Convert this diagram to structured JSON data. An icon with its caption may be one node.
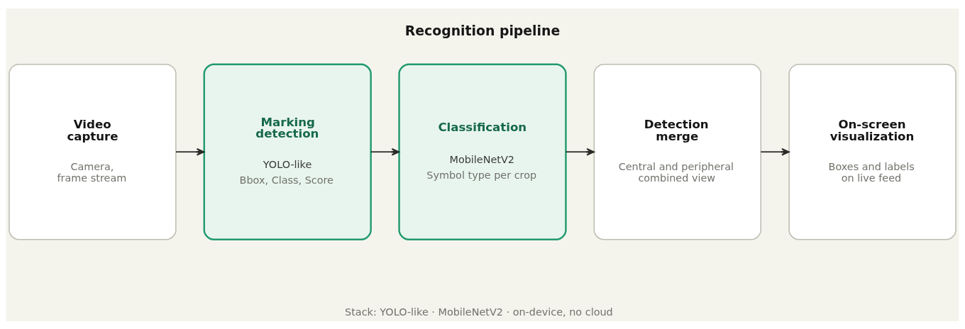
{
  "diagram": {
    "title": "Recognition pipeline",
    "caption": "Stack: YOLO-like · MobileNetV2 · on-device, no cloud",
    "nodes": [
      {
        "text": [
          "Video capture",
          "Camera, frame stream"
        ]
      },
      {
        "text": [
          "Marking detection",
          "YOLO-like",
          "Bbox, Class, Score"
        ]
      },
      {
        "text": [
          "Classification",
          "MobileNetV2",
          "Symbol type per crop"
        ]
      },
      {
        "text": [
          "Detection merge",
          "Central and peripheral combined view"
        ]
      },
      {
        "text": [
          "On-screen visualization",
          "Boxes and labels on live feed"
        ]
      }
    ],
    "edges": [
      {
        "from": 0,
        "to": 1,
        "arrow": "to"
      },
      {
        "from": 1,
        "to": 2,
        "arrow": "to"
      },
      {
        "from": 2,
        "to": 3,
        "arrow": "to"
      },
      {
        "from": 3,
        "to": 4,
        "arrow": "to"
      }
    ]
  }
}
